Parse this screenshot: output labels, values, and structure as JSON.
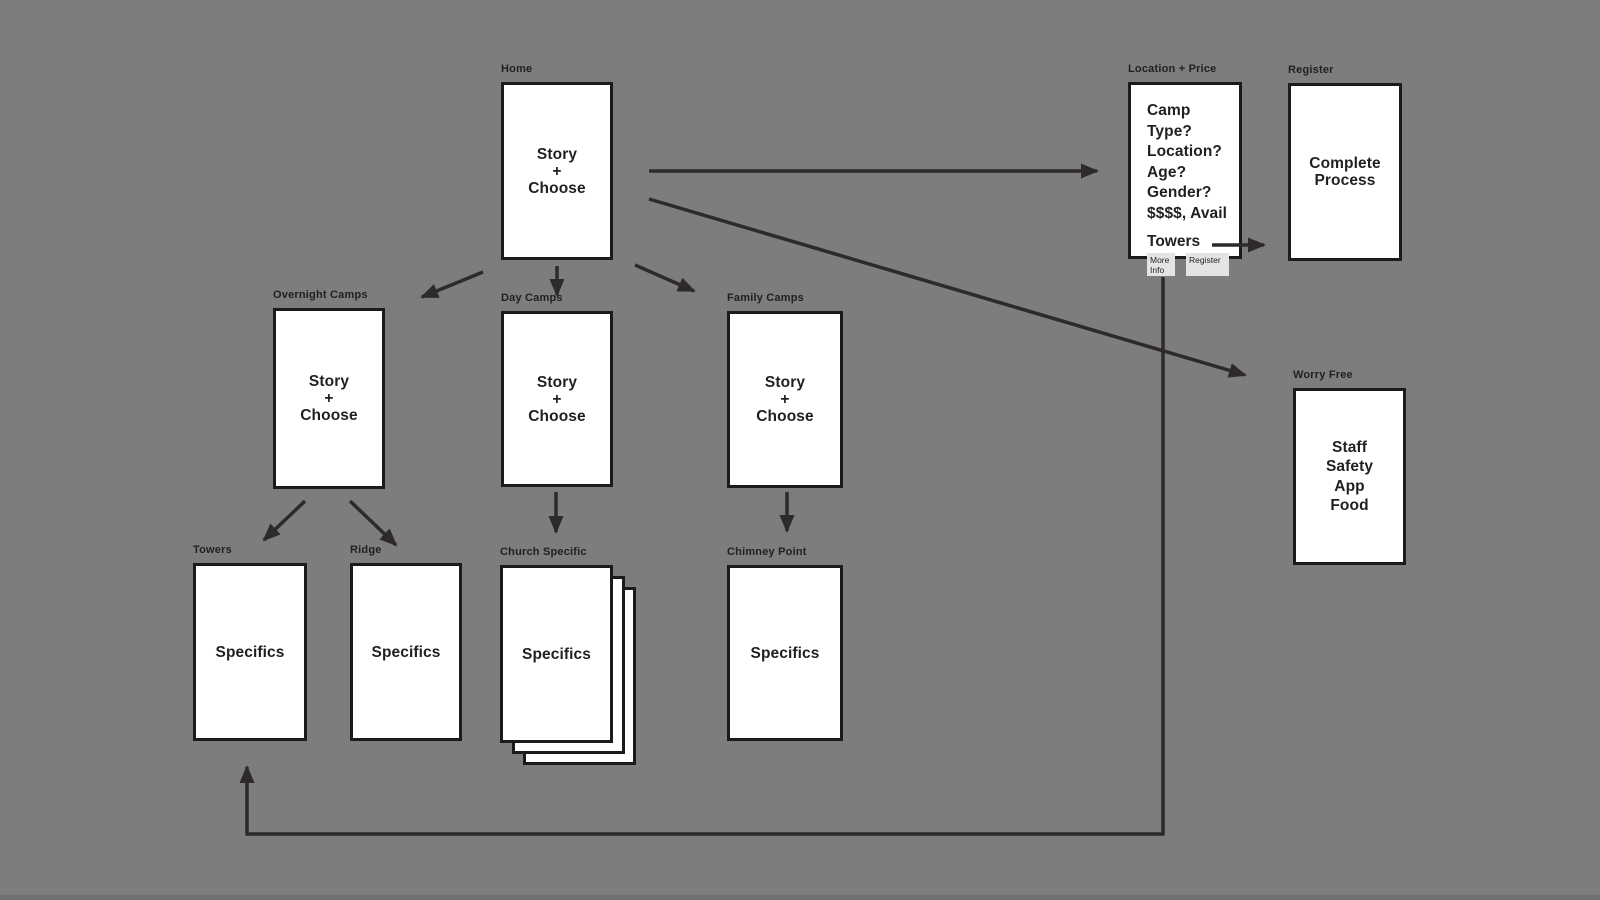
{
  "palette": {
    "background": "#7d7d7d",
    "box_fill": "#ffffff",
    "box_border": "#1c1a1b",
    "arrow_color": "#2e2a2b",
    "text_color": "#231f20",
    "button_bg": "#e4e4e4"
  },
  "nodes": {
    "home": {
      "label": "Home",
      "content": "Story\n+\nChoose"
    },
    "location_price": {
      "label": "Location + Price",
      "questions": "Camp Type?\nLocation?\nAge?\nGender?\n$$$$, Avail",
      "heading": "Towers",
      "buttons": {
        "more_info": "More Info",
        "register": "Register"
      }
    },
    "register": {
      "label": "Register",
      "content": "Complete\nProcess"
    },
    "overnight_camps": {
      "label": "Overnight Camps",
      "content": "Story\n+\nChoose"
    },
    "day_camps": {
      "label": "Day Camps",
      "content": "Story\n+\nChoose"
    },
    "family_camps": {
      "label": "Family Camps",
      "content": "Story\n+\nChoose"
    },
    "towers": {
      "label": "Towers",
      "content": "Specifics"
    },
    "ridge": {
      "label": "Ridge",
      "content": "Specifics"
    },
    "church_specific": {
      "label": "Church Specific",
      "content": "Specifics"
    },
    "chimney_point": {
      "label": "Chimney Point",
      "content": "Specifics"
    },
    "worry_free": {
      "label": "Worry Free",
      "content": "Staff\nSafety\nApp\nFood"
    }
  },
  "edges": [
    {
      "from": "home",
      "to": "location_price"
    },
    {
      "from": "home",
      "to": "worry_free"
    },
    {
      "from": "home",
      "to": "overnight_camps"
    },
    {
      "from": "home",
      "to": "day_camps"
    },
    {
      "from": "home",
      "to": "family_camps"
    },
    {
      "from": "overnight_camps",
      "to": "towers"
    },
    {
      "from": "overnight_camps",
      "to": "ridge"
    },
    {
      "from": "day_camps",
      "to": "church_specific"
    },
    {
      "from": "family_camps",
      "to": "chimney_point"
    },
    {
      "from": "location_price.register_button",
      "to": "register"
    },
    {
      "from": "location_price",
      "to": "towers",
      "type": "loop-back"
    }
  ]
}
